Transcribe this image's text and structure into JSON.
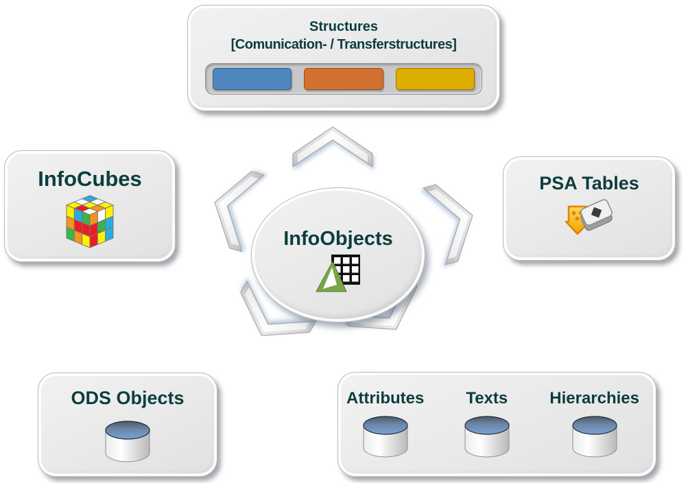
{
  "diagram": {
    "center": {
      "label": "InfoObjects",
      "icon": "infoobject-grid-icon"
    },
    "structures": {
      "title": "Structures",
      "subtitle": "[Comunication- / Transferstructures]",
      "bar_colors": [
        "#4e87be",
        "#d2702e",
        "#ddad00"
      ]
    },
    "infocubes": {
      "label": "InfoCubes",
      "icon": "rubiks-cube-icon"
    },
    "psa_tables": {
      "label": "PSA Tables",
      "icon": "psa-table-icon"
    },
    "ods_objects": {
      "label": "ODS Objects",
      "icon": "database-cylinder-icon"
    },
    "master_data": {
      "items": [
        {
          "label": "Attributes",
          "icon": "database-cylinder-icon"
        },
        {
          "label": "Texts",
          "icon": "database-cylinder-icon"
        },
        {
          "label": "Hierarchies",
          "icon": "database-cylinder-icon"
        }
      ]
    },
    "connectors": {
      "type": "chevron-arrows",
      "count": 5
    }
  },
  "palette": {
    "label_text": "#0d3d3e",
    "node_fill": "#e9e9e9",
    "background": "#ffffff",
    "bar_blue": "#4e87be",
    "bar_orange": "#d2702e",
    "bar_gold": "#ddad00"
  }
}
